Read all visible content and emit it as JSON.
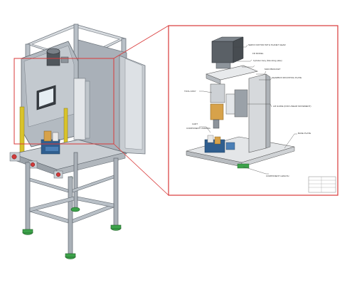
{
  "callouts": [
    "SERVO MOTOR WITH PLANET GEAR",
    "FR MODEL",
    "Cylinder Assy (Mounting plate)",
    "MAIN BRACKET",
    "GEARBOX MOUNTING PLATE",
    "TOOL ASSY",
    "LM GUIDE (FOR LINEAR MOVEMENT)",
    "BASE PLATE",
    "CART",
    "COMPONENT LOADING",
    "COMPONENT LENGTH"
  ],
  "title_block": {
    "rows": [
      "",
      "",
      "",
      ""
    ]
  },
  "caption_lines": [
    "",
    "",
    ""
  ],
  "colors": {
    "frame_red": "#d93a3a",
    "frame_metal": "#a9b0b8",
    "panel_gray": "#b8bec4",
    "green_feet": "#3ca24a",
    "yellow_guard": "#d9c32a"
  }
}
